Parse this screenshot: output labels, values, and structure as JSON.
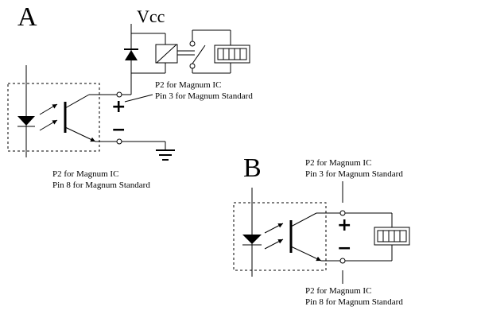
{
  "circuit_a": {
    "label": "A",
    "supply_label": "Vcc",
    "plus_sign": "+",
    "minus_sign": "−",
    "plus_pin_line1": "P2 for Magnum IC",
    "plus_pin_line2": "Pin 3 for Magnum Standard",
    "minus_pin_line1": "P2 for Magnum IC",
    "minus_pin_line2": "Pin 8 for Magnum Standard"
  },
  "circuit_b": {
    "label": "B",
    "plus_sign": "+",
    "minus_sign": "−",
    "plus_pin_line1": "P2 for Magnum IC",
    "plus_pin_line2": "Pin 3 for Magnum Standard",
    "minus_pin_line1": "P2 for Magnum IC",
    "minus_pin_line2": "Pin 8 for Magnum Standard"
  }
}
